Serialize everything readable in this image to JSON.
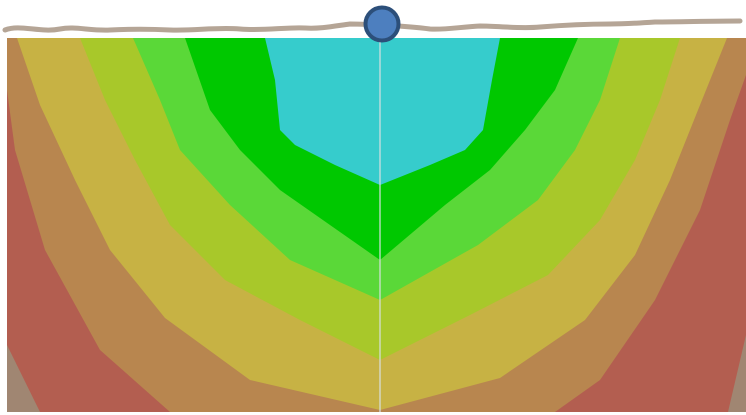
{
  "diagram": {
    "type": "subsurface-contour-cross-section",
    "zones": [
      {
        "name": "outermost-zone",
        "color": "#a08672"
      },
      {
        "name": "red-brown-zone",
        "color": "#b35e50"
      },
      {
        "name": "tan-zone",
        "color": "#b8864f"
      },
      {
        "name": "yellow-ochre-zone",
        "color": "#c7b244"
      },
      {
        "name": "yellow-green-zone",
        "color": "#a8c82a"
      },
      {
        "name": "light-green-zone",
        "color": "#5ad838"
      },
      {
        "name": "green-zone",
        "color": "#00c800"
      },
      {
        "name": "cyan-core-zone",
        "color": "#36cccc"
      }
    ],
    "surface_line_color": "#b5a596",
    "source_marker_color": "#4d7fbf",
    "source_marker_outline": "#2c4f7a",
    "center_axis_color": "#d8e0e0"
  }
}
